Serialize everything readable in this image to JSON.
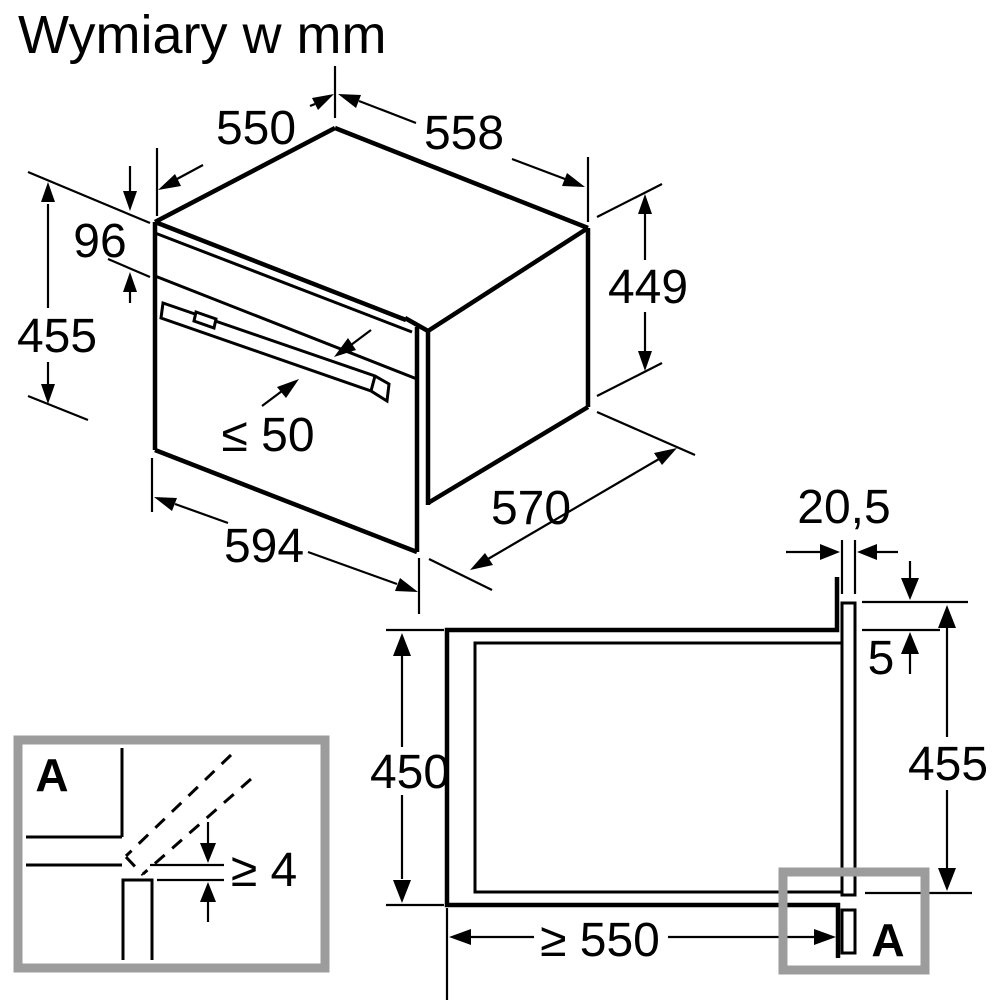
{
  "title": "Wymiary w mm",
  "colors": {
    "line": "#000000",
    "detail_frame": "#9c9c9c",
    "background": "#ffffff"
  },
  "isometric_view": {
    "dimensions": {
      "top_depth": "550",
      "top_width": "558",
      "panel_height": "96",
      "front_height": "455",
      "body_height": "449",
      "handle_protrusion": "≤ 50",
      "front_width": "594",
      "body_depth": "570"
    }
  },
  "section_view": {
    "dimensions": {
      "door_thickness": "20,5",
      "top_overlap": "5",
      "niche_height": "450",
      "front_total_height": "455",
      "niche_depth": "≥ 550"
    },
    "detail_marker": "A"
  },
  "detail_view": {
    "label": "A",
    "bottom_clearance": "≥ 4"
  }
}
